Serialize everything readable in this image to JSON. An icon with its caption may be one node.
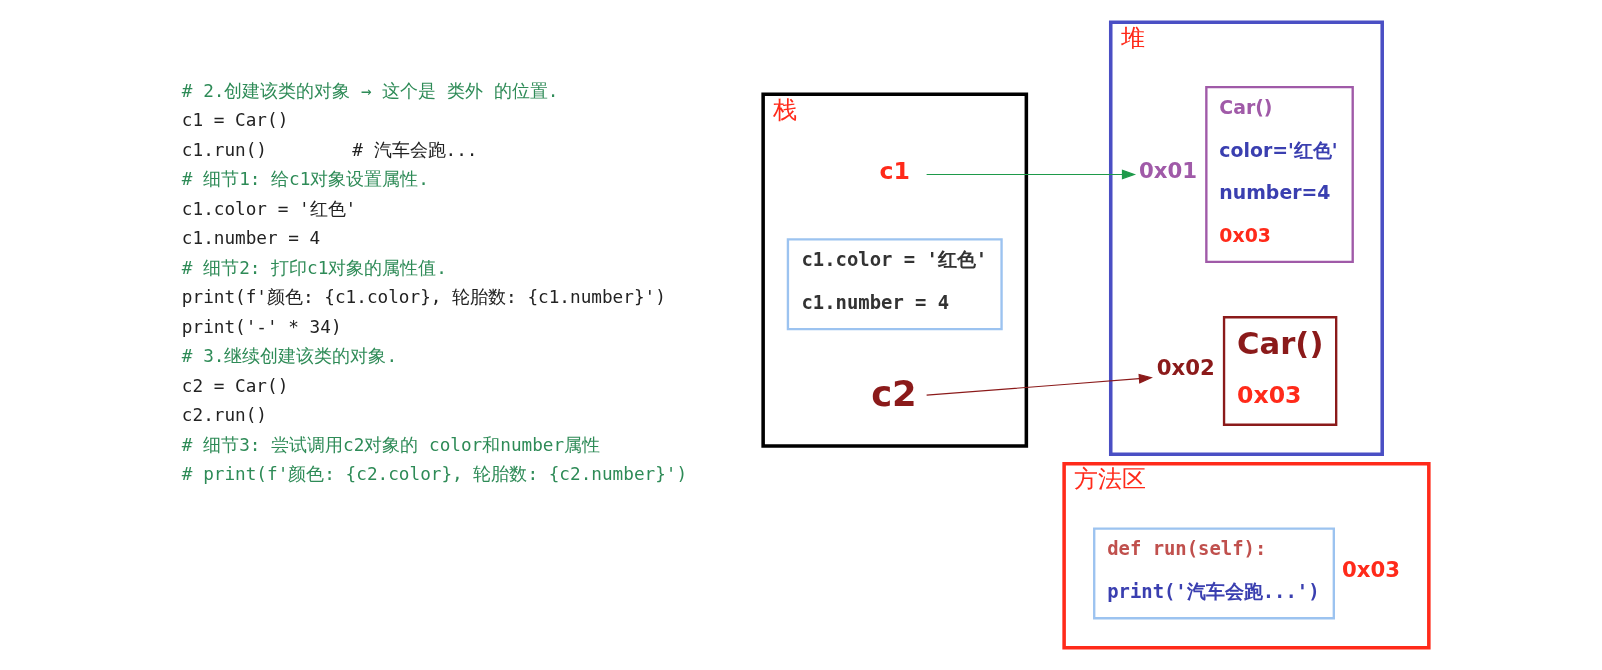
{
  "diagram": {
    "nodes": [
      {
        "text": [
          "栈"
        ]
      },
      {
        "text": [
          "c1"
        ],
        "in": 0
      },
      {
        "text": [
          "c1.color = '红色'",
          "c1.number = 4"
        ],
        "in": 0
      },
      {
        "text": [
          "c2"
        ],
        "in": 0
      },
      {
        "text": [
          "堆"
        ]
      },
      {
        "text": [
          "Car()",
          "color='红色'",
          "number=4",
          "0x03"
        ],
        "beside": [
          "0x01"
        ],
        "in": 4
      },
      {
        "text": [
          "Car()",
          "0x03"
        ],
        "beside": [
          "0x02"
        ],
        "in": 4
      },
      {
        "text": [
          "方法区"
        ]
      },
      {
        "text": [
          "def run(self):",
          "print('汽车会跑...')"
        ],
        "beside": [
          "0x03"
        ],
        "in": 7
      }
    ],
    "edges": [
      {
        "from": 1,
        "to": 5,
        "arrow": "to",
        "color": "#1e9a4a"
      },
      {
        "from": 3,
        "to": 6,
        "arrow": "to",
        "color": "#8b1a1a"
      }
    ],
    "labels": [
      "# 2.创建该类的对象 → 这个是 类外 的位置.",
      "c1 = Car()",
      "c1.run()        # 汽车会跑...",
      "# 细节1: 给c1对象设置属性.",
      "c1.color = '红色'",
      "c1.number = 4",
      "# 细节2: 打印c1对象的属性值.",
      "print(f'颜色: {c1.color}, 轮胎数: {c1.number}')",
      "print('-' * 34)",
      "# 3.继续创建该类的对象.",
      "c2 = Car()",
      "c2.run()",
      "# 细节3: 尝试调用c2对象的 color和number属性",
      "# print(f'颜色: {c2.color}, 轮胎数: {c2.number}')"
    ]
  }
}
